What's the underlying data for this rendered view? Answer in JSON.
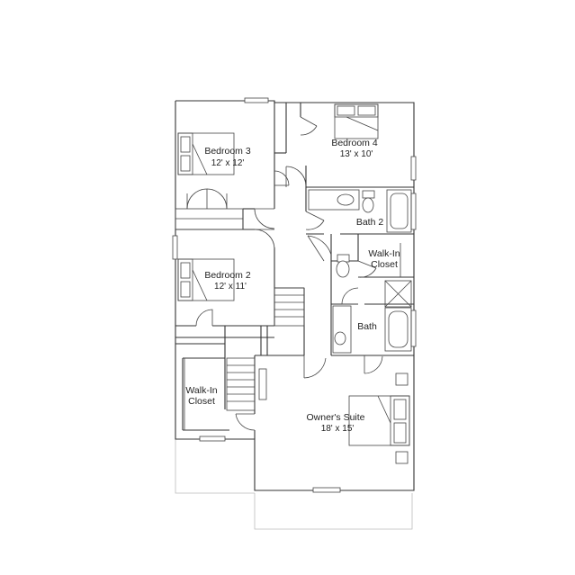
{
  "rooms": {
    "bedroom3": {
      "name": "Bedroom 3",
      "size": "12' x 12'"
    },
    "bedroom4": {
      "name": "Bedroom 4",
      "size": "13' x 10'"
    },
    "bath2": {
      "name": "Bath 2"
    },
    "walkin_upper": {
      "line1": "Walk-In",
      "line2": "Closet"
    },
    "bedroom2": {
      "name": "Bedroom 2",
      "size": "12' x 11'"
    },
    "bath": {
      "name": "Bath"
    },
    "walkin_lower": {
      "line1": "Walk-In",
      "line2": "Closet"
    },
    "owners_suite": {
      "name": "Owner's Suite",
      "size": "18' x 15'"
    }
  }
}
